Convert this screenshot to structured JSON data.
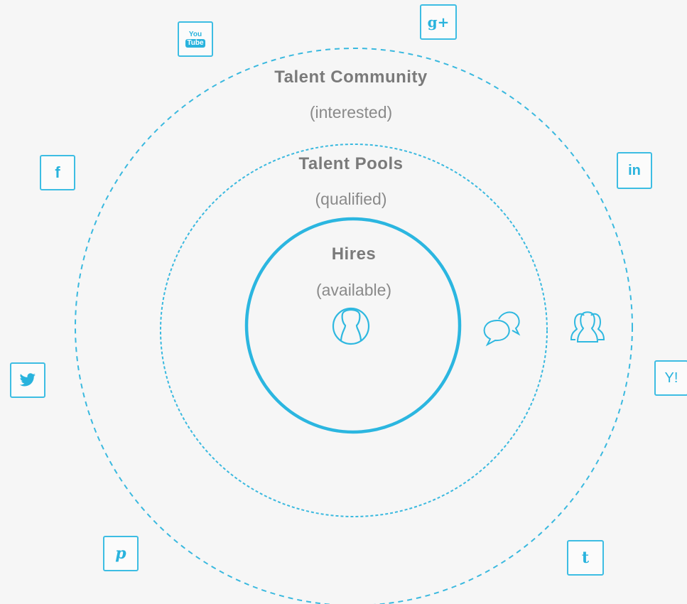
{
  "accent_color": "#2fb8e0",
  "rings": {
    "outer": {
      "title": "Talent Community",
      "subtitle": "(interested)"
    },
    "middle": {
      "title": "Talent Pools",
      "subtitle": "(qualified)"
    },
    "inner": {
      "title": "Hires",
      "subtitle": "(available)"
    }
  },
  "center_icon": "person-icon",
  "inner_icons": [
    "chat-bubbles-icon",
    "group-icon"
  ],
  "social_icons": {
    "youtube": {
      "line1": "You",
      "line2": "Tube"
    },
    "google_plus": {
      "text": "g+"
    },
    "facebook": {
      "text": "f"
    },
    "linkedin": {
      "text": "in"
    },
    "twitter": {
      "icon": "twitter-bird-icon"
    },
    "yahoo": {
      "text": "Y!"
    },
    "pinterest": {
      "text": "p"
    },
    "tumblr": {
      "text": "t"
    }
  }
}
